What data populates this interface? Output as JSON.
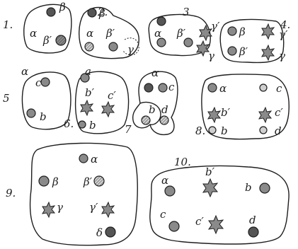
{
  "figures": [
    {
      "number": "1.",
      "labels": [
        "β",
        "α",
        "β′"
      ]
    },
    {
      "number": "2.",
      "labels": [
        "β",
        "α",
        "β′",
        "γ"
      ]
    },
    {
      "number": "3",
      "labels": [
        "α",
        "β′",
        "γ′",
        "γ"
      ]
    },
    {
      "number": "4.",
      "labels": [
        "β",
        "γ′",
        "β′",
        "γ"
      ]
    },
    {
      "number": "5",
      "labels": [
        "α",
        "c",
        "b"
      ]
    },
    {
      "number": "6.",
      "labels": [
        "a",
        "b′",
        "c′",
        "b"
      ]
    },
    {
      "number": "7",
      "labels": [
        "α",
        "c",
        "b",
        "d"
      ]
    },
    {
      "number": "8.",
      "labels": [
        "α",
        "c",
        "b′",
        "c′",
        "b",
        "d"
      ]
    },
    {
      "number": "9.",
      "labels": [
        "α",
        "β",
        "β′",
        "γ",
        "γ′",
        "δ"
      ]
    },
    {
      "number": "10.",
      "labels": [
        "b′",
        "α",
        "b",
        "c",
        "c′",
        "d"
      ]
    }
  ]
}
